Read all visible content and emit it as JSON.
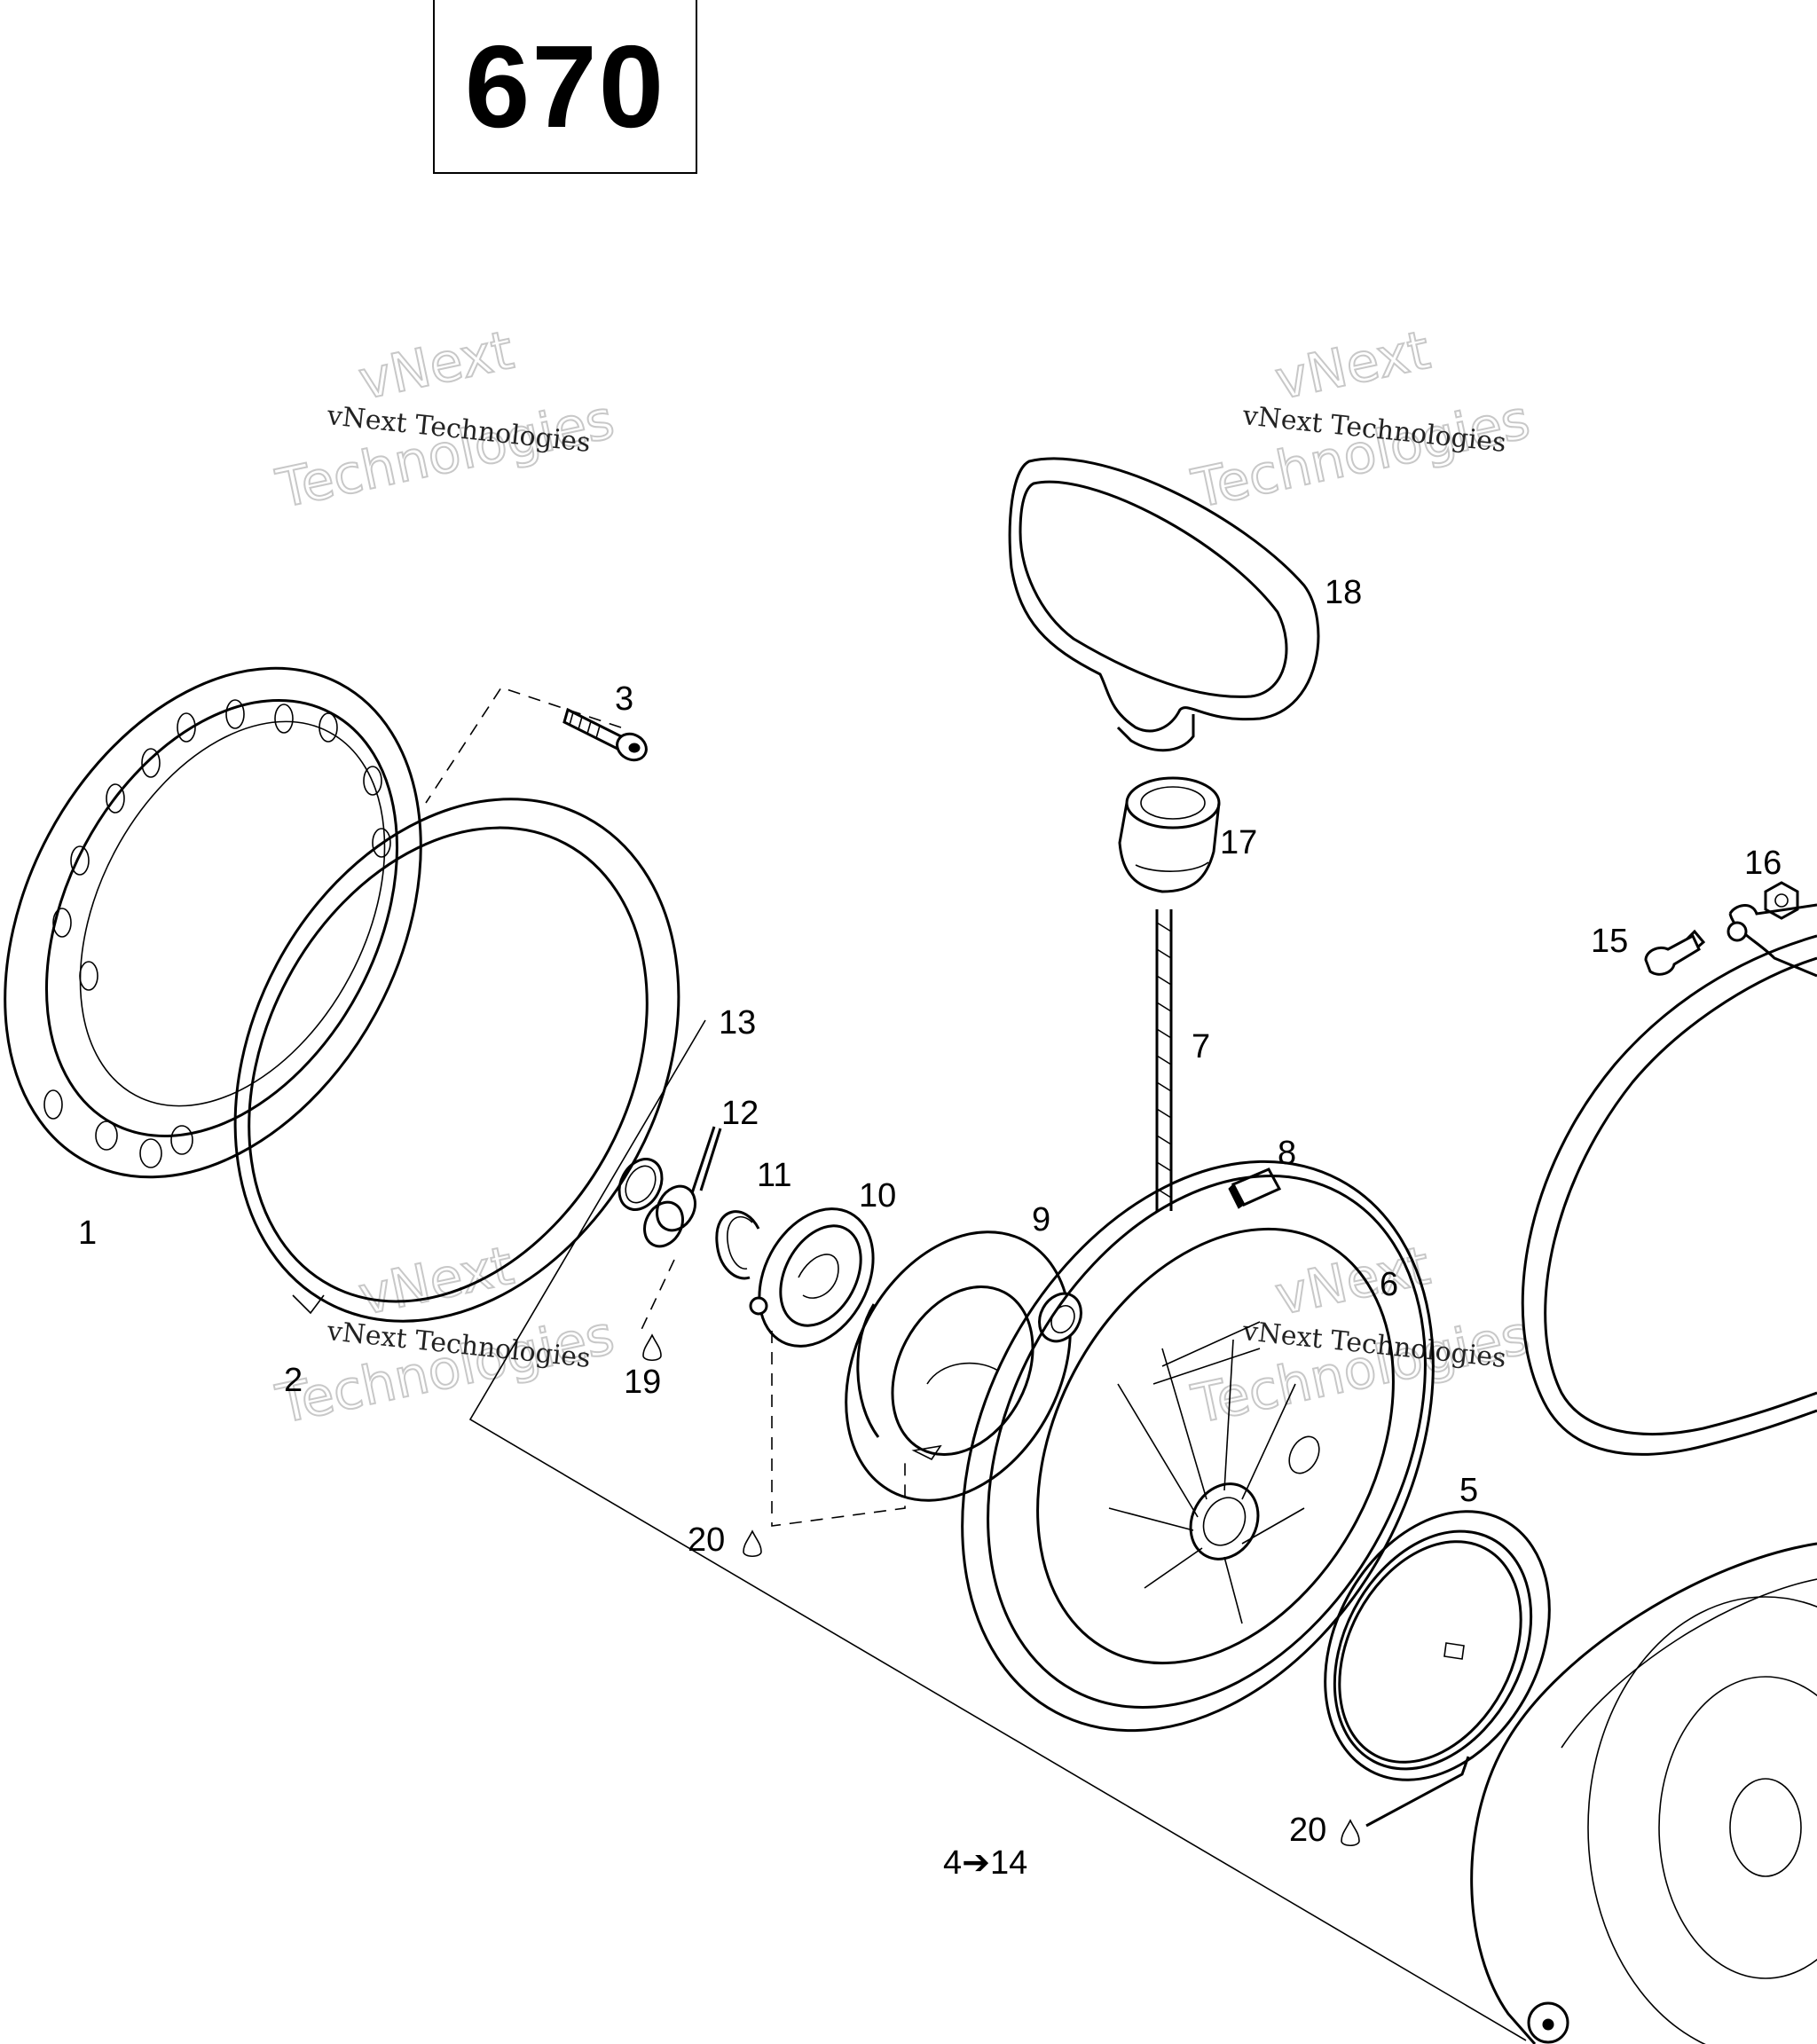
{
  "diagram_code": "670",
  "watermark": {
    "line1": "vNext Technologies",
    "line2a": "vNext",
    "line2b": "Technologies"
  },
  "labels": {
    "p1": "1",
    "p2": "2",
    "p3": "3",
    "p4_14": "4➔14",
    "p5": "5",
    "p6": "6",
    "p7": "7",
    "p8": "8",
    "p9": "9",
    "p10": "10",
    "p11": "11",
    "p12": "12",
    "p13": "13",
    "p15": "15",
    "p16": "16",
    "p17": "17",
    "p18": "18",
    "p19": "19",
    "p20a": "20",
    "p20b": "20"
  },
  "icons": {
    "lubricant": "drop-icon"
  }
}
